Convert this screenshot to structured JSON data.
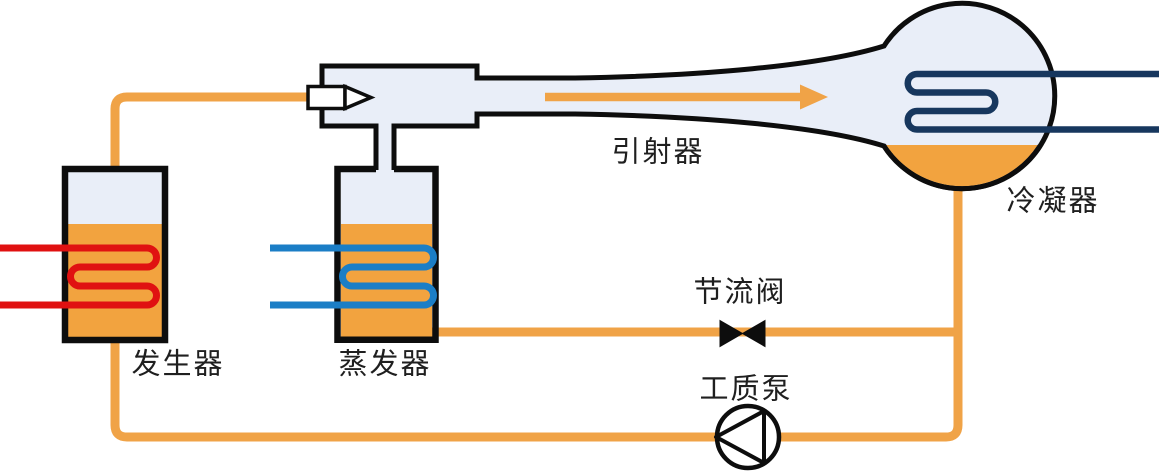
{
  "diagram": {
    "labels": {
      "ejector": "引射器",
      "condenser": "冷凝器",
      "generator": "发生器",
      "evaporator": "蒸发器",
      "throttle_valve": "节流阀",
      "pump": "工质泵"
    },
    "colors": {
      "vessel_fill": "#E9EEF8",
      "liquid_orange": "#F2A33F",
      "pipe_orange": "#F0A347",
      "outline_black": "#0D0D0D",
      "heat_coil_red": "#E01111",
      "chilled_coil_blue": "#1B7EC6",
      "cooling_coil_navy": "#17375E",
      "label_color": "#1F1F1F"
    }
  }
}
